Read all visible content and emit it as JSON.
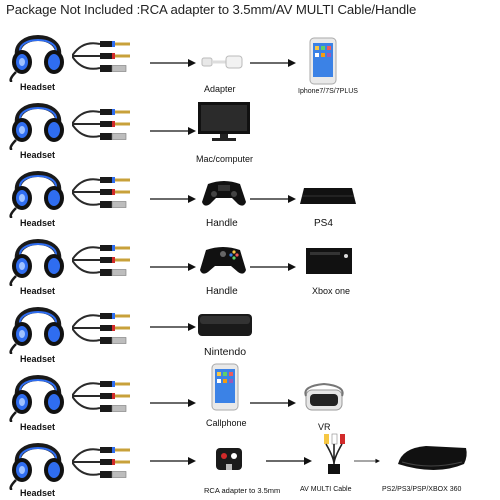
{
  "title": "Package Not Included :RCA adapter to 3.5mm/AV MULTI Cable/Handle",
  "colors": {
    "headset_blue": "#1f5fe0",
    "plug_red": "#d22a2a",
    "cable": "#2a2a2a"
  },
  "rows": [
    {
      "headset": "Headset",
      "device": "Adapter",
      "target": "Iphone7/7S/7PLUS",
      "device_icon": "lightning-adapter-icon",
      "target_icon": "smartphone-icon"
    },
    {
      "headset": "Headset",
      "device": "Mac/computer",
      "target": "",
      "device_icon": "monitor-icon",
      "target_icon": ""
    },
    {
      "headset": "Headset",
      "device": "Handle",
      "target": "PS4",
      "device_icon": "ps4-controller-icon",
      "target_icon": "ps4-console-icon"
    },
    {
      "headset": "Headset",
      "device": "Handle",
      "target": "Xbox one",
      "device_icon": "xbox-controller-icon",
      "target_icon": "xbox-console-icon"
    },
    {
      "headset": "Headset",
      "device": "Nintendo",
      "target": "",
      "device_icon": "nintendo-console-icon",
      "target_icon": ""
    },
    {
      "headset": "Headset",
      "device": "Callphone",
      "target": "VR",
      "device_icon": "smartphone-icon",
      "target_icon": "vr-headset-icon"
    },
    {
      "headset": "Headset",
      "device": "RCA adapter to 3.5mm",
      "target": "AV MULTI Cable",
      "target2": "PS2/PS3/PSP/XBOX 360",
      "device_icon": "rca-adapter-icon",
      "target_icon": "av-multi-cable-icon",
      "target2_icon": "ps3-console-icon"
    }
  ]
}
